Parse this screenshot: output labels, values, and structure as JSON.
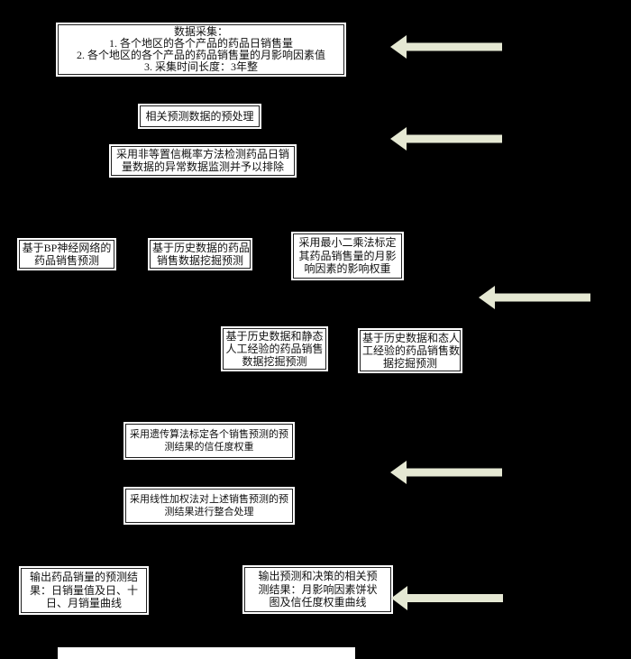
{
  "figure": {
    "background": "#000000",
    "box_fill": "#ffffff",
    "box_border": "#1f1f1f",
    "text_color": "#111111",
    "arrow_color": "#e5e8d3"
  },
  "boxes": {
    "data_collection": {
      "lines": [
        "数据采集：",
        "1. 各个地区的各个产品的药品日销售量",
        "2. 各个地区的各个产品的药品销售量的月影响因素值",
        "3. 采集时间长度：3年整"
      ]
    },
    "preprocessing": {
      "lines": [
        "相关预测数据的预处理"
      ]
    },
    "anomaly_detection": {
      "lines": [
        "采用非等置信概率方法检测药品日销",
        "量数据的异常数据监测并予以排除"
      ]
    },
    "bp_network_forecast": {
      "lines": [
        "基于BP神经网络的",
        "药品销售预测"
      ]
    },
    "history_mining_forecast": {
      "lines": [
        "基于历史数据的药品",
        "销售数据挖掘预测"
      ]
    },
    "least_squares_weights": {
      "lines": [
        "采用最小二乘法标定",
        "其药品销售量的月影",
        "响因素的影响权重"
      ]
    },
    "static_experience_forecast": {
      "lines": [
        "基于历史数据和静态",
        "人工经验的药品销售",
        "数据挖掘预测"
      ]
    },
    "dynamic_experience_forecast": {
      "lines": [
        "基于历史数据和态人",
        "工经验的药品销售数",
        "据挖掘预测"
      ]
    },
    "genetic_algorithm_weights": {
      "lines": [
        "采用遗传算法标定各个销售预测的预",
        "测结果的信任度权重"
      ]
    },
    "linear_weighting_merge": {
      "lines": [
        "采用线性加权法对上述销售预测的预",
        "测结果进行整合处理"
      ]
    },
    "output_sales_result": {
      "lines": [
        "输出药品销量的预测结",
        "果：日销量值及日、十",
        "日、月销量曲线"
      ]
    },
    "output_decision_result": {
      "lines": [
        "输出预测和决策的相关预",
        "测结果：月影响因素饼状",
        "图及信任度权重曲线"
      ]
    }
  }
}
